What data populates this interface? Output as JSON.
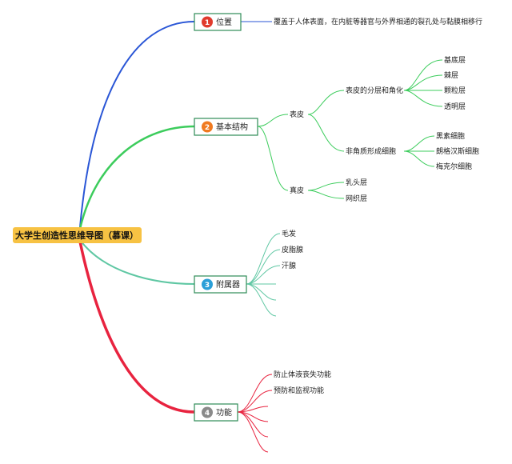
{
  "root": {
    "label": "大学生创造性思维导图（慕课）",
    "color": "#f7c243"
  },
  "branches": [
    {
      "num": "1",
      "label": "位置",
      "line_color": "#2a56d6",
      "badge_color": "#e03a2c",
      "desc": "覆盖于人体表面，在内脏等器官与外界相通的裂孔处与黏膜相移行"
    },
    {
      "num": "2",
      "label": "基本结构",
      "line_color": "#3ccc5c",
      "badge_color": "#f07a21",
      "epidermis": {
        "label": "表皮",
        "layering": {
          "label": "表皮的分层和角化",
          "items": [
            "基底层",
            "棘层",
            "颗粒层",
            "透明层"
          ]
        },
        "nonkeratino": {
          "label": "非角质形成细胞",
          "items": [
            "黑素细胞",
            "朗格汉斯细胞",
            "梅克尔细胞"
          ]
        }
      },
      "dermis": {
        "label": "真皮",
        "items": [
          "乳头层",
          "网织层"
        ]
      }
    },
    {
      "num": "3",
      "label": "附属器",
      "line_color": "#5fc7a3",
      "badge_color": "#2a9fd8",
      "items": [
        "毛发",
        "皮脂腺",
        "汗腺"
      ]
    },
    {
      "num": "4",
      "label": "功能",
      "line_color": "#e8233f",
      "badge_color": "#8a8a8a",
      "items": [
        "防止体液丧失功能",
        "预防和监视功能"
      ]
    }
  ]
}
